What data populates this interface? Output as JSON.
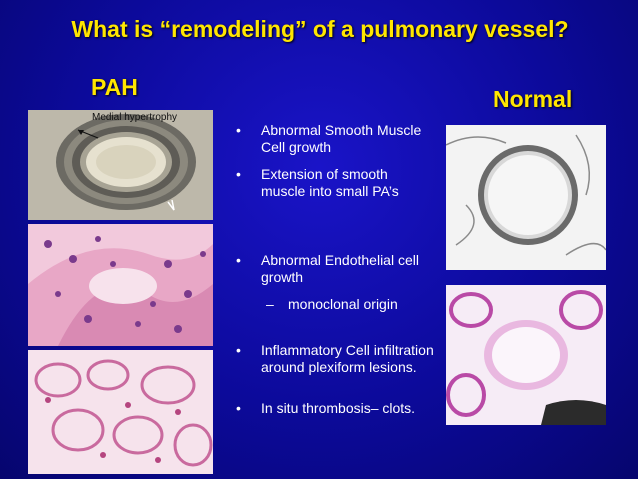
{
  "slide": {
    "title": "What is “remodeling” of a pulmonary vessel?",
    "left_label": "PAH",
    "right_label": "Normal",
    "image_annotation": "Medial hypertrophy",
    "bullet_glyph": "•",
    "dash_glyph": "–",
    "bullets": [
      "Abnormal Smooth Muscle Cell growth",
      "Extension of smooth muscle into small PA’s",
      "Abnormal Endothelial cell growth",
      "monoclonal origin",
      "Inflammatory Cell infiltration around plexiform lesions.",
      "In situ thrombosis– clots."
    ]
  },
  "colors": {
    "title": "#ffe600",
    "background": "#0c0a9a",
    "text": "#ffffff"
  }
}
